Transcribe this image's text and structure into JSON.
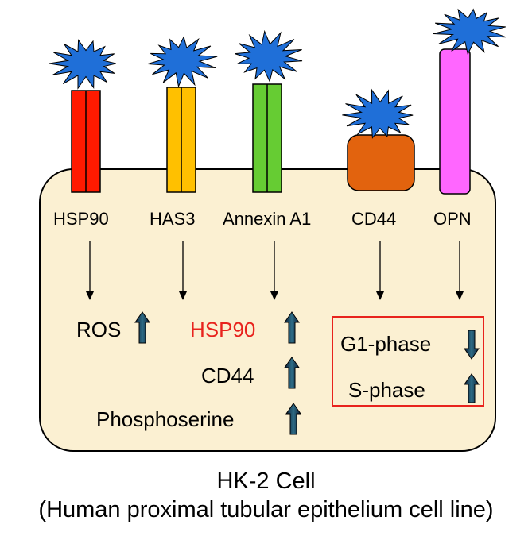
{
  "receptors": [
    {
      "name": "HSP90",
      "color": "#ff1a00"
    },
    {
      "name": "HAS3",
      "color": "#ffc000"
    },
    {
      "name": "Annexin A1",
      "color": "#66cc33"
    },
    {
      "name": "CD44",
      "color": "#e2630e"
    },
    {
      "name": "OPN",
      "color": "#ff66ff"
    }
  ],
  "ligand_color": "#1f6fd8",
  "cell_fill": "#fbf0d2",
  "effects": {
    "ros": {
      "label": "ROS",
      "direction": "up"
    },
    "hsp90": {
      "label": "HSP90",
      "direction": "up",
      "color": "#e8231d"
    },
    "cd44": {
      "label": "CD44",
      "direction": "up"
    },
    "phosphoserine": {
      "label": "Phosphoserine",
      "direction": "up"
    },
    "g1_phase": {
      "label": "G1-phase",
      "direction": "down"
    },
    "s_phase": {
      "label": "S-phase",
      "direction": "up"
    }
  },
  "caption": {
    "line1": "HK-2 Cell",
    "line2": "(Human proximal tubular epithelium cell line)"
  }
}
